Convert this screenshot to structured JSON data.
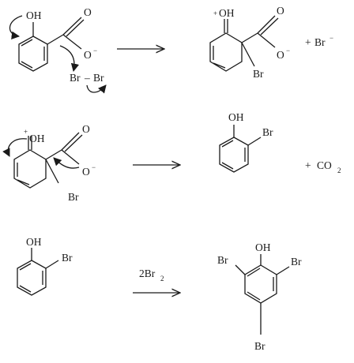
{
  "labels": {
    "oh": "OH",
    "o": "O",
    "br": "Br",
    "br_br_left": "Br",
    "br_br_right": "Br",
    "plus": "+",
    "minus": "−",
    "bond_dash": "–",
    "co": "CO",
    "co_sub": "2",
    "reagent": "2Br",
    "reagent_sub": "2"
  }
}
